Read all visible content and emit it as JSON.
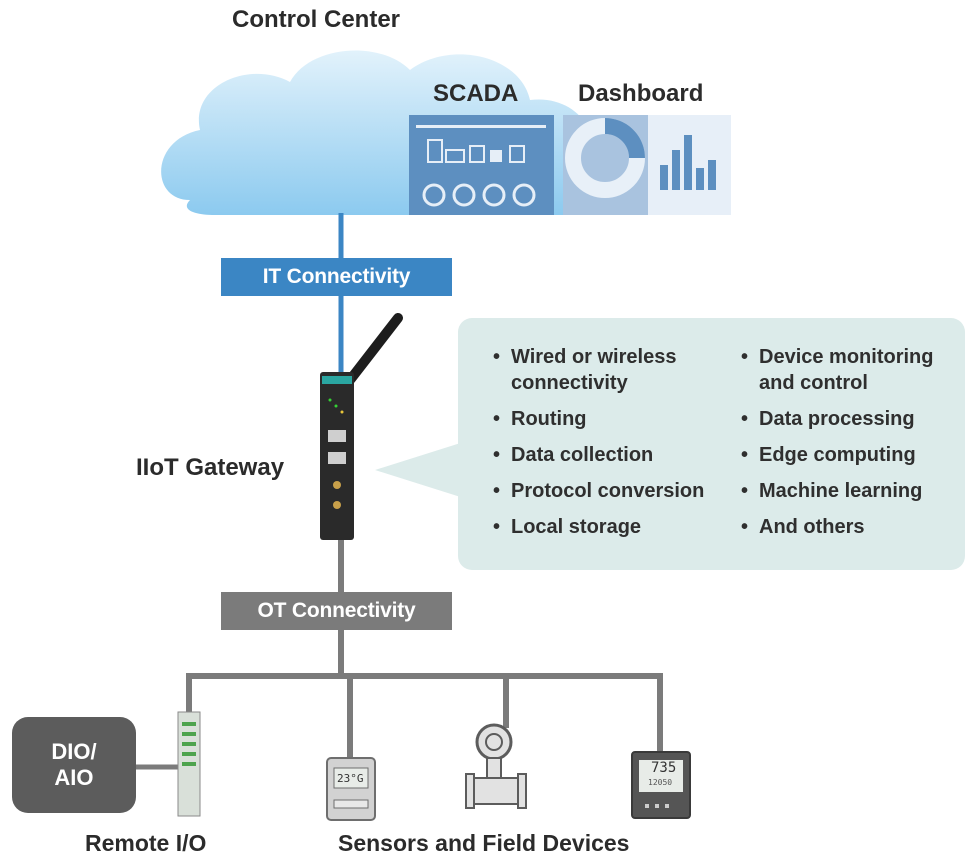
{
  "control_center": {
    "title": "Control Center"
  },
  "scada": {
    "label": "SCADA"
  },
  "dashboard": {
    "label": "Dashboard"
  },
  "it_connectivity": {
    "label": "IT Connectivity"
  },
  "ot_connectivity": {
    "label": "OT Connectivity"
  },
  "gateway": {
    "label": "IIoT Gateway"
  },
  "features": {
    "left": [
      "Wired or wireless connectivity",
      "Routing",
      "Data collection",
      "Protocol conversion",
      "Local storage"
    ],
    "right": [
      "Device monitoring and control",
      "Data processing",
      "Edge computing",
      "Machine learning",
      "And others"
    ]
  },
  "dio_box": {
    "line1": "DIO/",
    "line2": "AIO"
  },
  "remote_io": {
    "label": "Remote I/O"
  },
  "field_devices": {
    "label": "Sensors and Field Devices"
  },
  "devices": {
    "thermometer_display": "23°G",
    "meter_display": "735",
    "meter_sub": "12050"
  },
  "colors": {
    "cloud_top": "#cfe8f7",
    "cloud_bottom": "#7cc1ea",
    "it_blue": "#3b86c4",
    "ot_gray": "#7b7b7b",
    "feature_bg": "#dcebea"
  }
}
